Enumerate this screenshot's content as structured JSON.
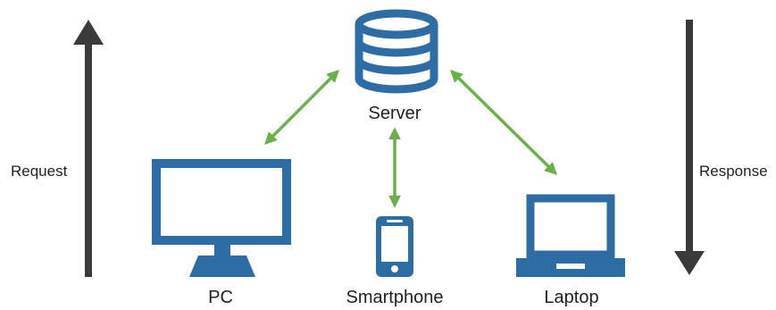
{
  "labels": {
    "request": "Request",
    "response": "Response",
    "server": "Server",
    "pc": "PC",
    "smartphone": "Smartphone",
    "laptop": "Laptop"
  },
  "colors": {
    "device_blue": "#2E6DA4",
    "connector_green": "#6AB04C",
    "flow_arrow": "#3A3A3A",
    "label_text": "#222222"
  },
  "icons": {
    "server": "database-icon",
    "pc": "monitor-icon",
    "smartphone": "smartphone-icon",
    "laptop": "laptop-icon"
  }
}
